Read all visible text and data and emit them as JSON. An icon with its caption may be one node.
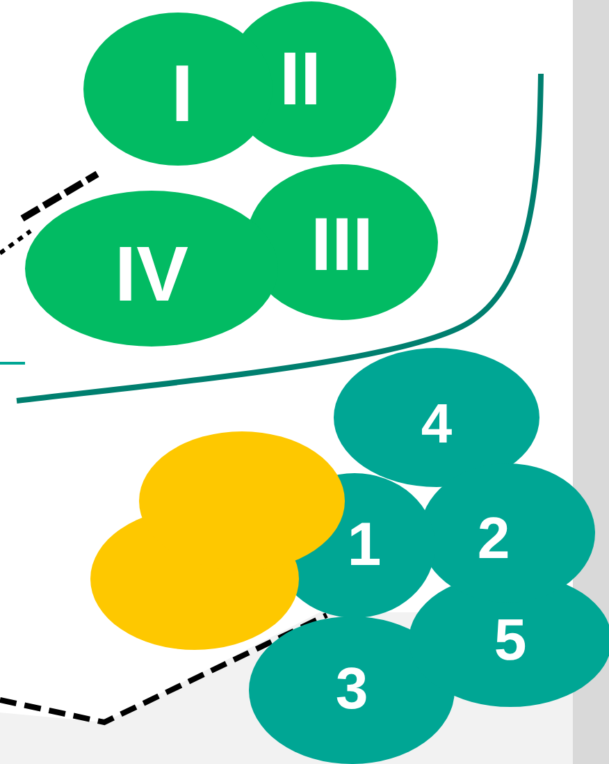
{
  "diagram": {
    "nodes": [
      {
        "text": [
          "I"
        ]
      },
      {
        "text": [
          "II"
        ]
      },
      {
        "text": [
          "IV"
        ]
      },
      {
        "text": [
          "III"
        ]
      },
      {
        "text": [
          "4"
        ]
      },
      {
        "text": [],
        "shape": "ellipse"
      },
      {
        "text": [],
        "shape": "ellipse"
      },
      {
        "text": [
          "1"
        ]
      },
      {
        "text": [
          "2"
        ]
      },
      {
        "text": [
          "5"
        ]
      },
      {
        "text": [
          "3"
        ]
      }
    ]
  }
}
